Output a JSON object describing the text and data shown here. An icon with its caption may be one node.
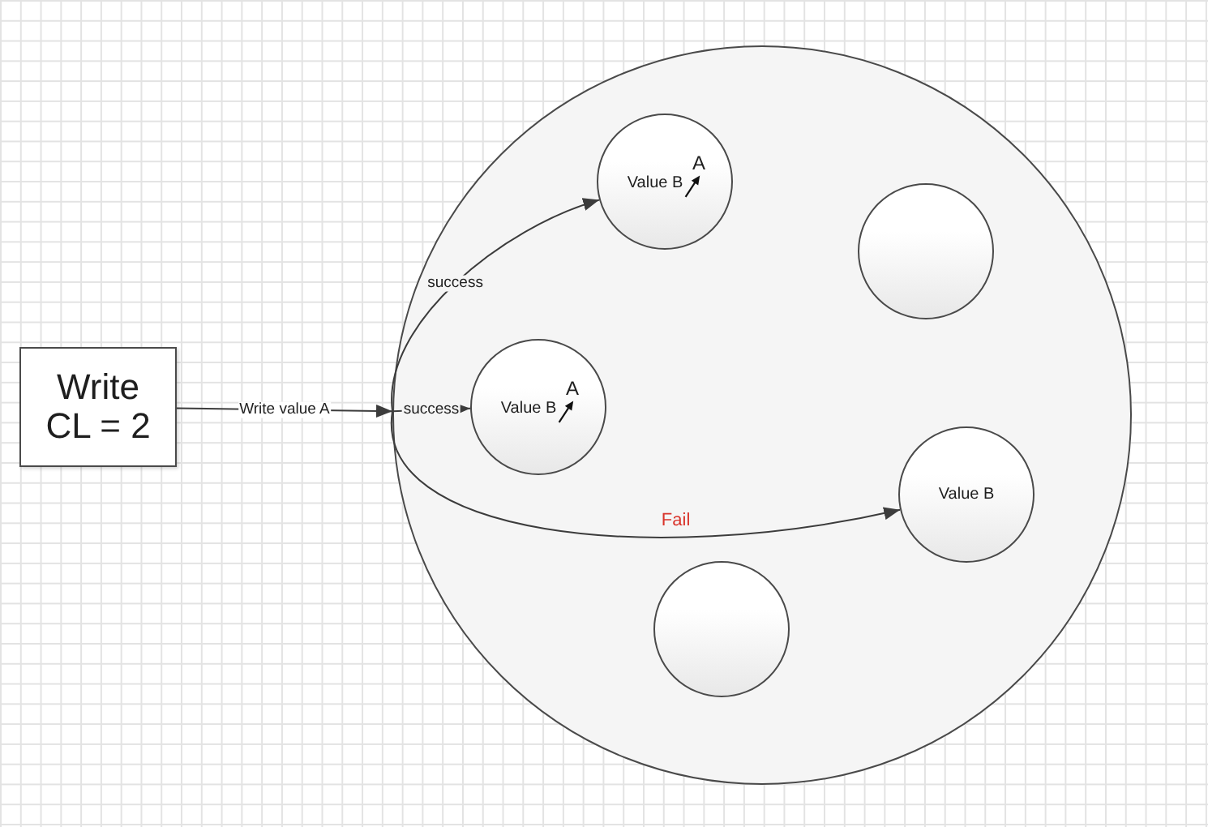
{
  "diagram": {
    "nodes": [
      {
        "text": [
          "Write CL = 2"
        ]
      },
      {
        "text": [],
        "shape": "circle"
      },
      {
        "text": [
          "Value B",
          "A"
        ],
        "in": 1
      },
      {
        "text": [],
        "shape": "circle",
        "in": 1
      },
      {
        "text": [
          "Value B",
          "A"
        ],
        "in": 1
      },
      {
        "text": [
          "Value B"
        ],
        "in": 1
      },
      {
        "text": [],
        "shape": "circle",
        "in": 1
      }
    ],
    "edges": [
      {
        "from": 0,
        "to": 1,
        "arrow": "to",
        "label": "Write value A"
      },
      {
        "from": 1,
        "to": 2,
        "arrow": "to",
        "label": "success"
      },
      {
        "from": 1,
        "to": 4,
        "arrow": "to",
        "label": "success"
      },
      {
        "from": 1,
        "to": 5,
        "arrow": "to",
        "label": "Fail"
      }
    ]
  }
}
